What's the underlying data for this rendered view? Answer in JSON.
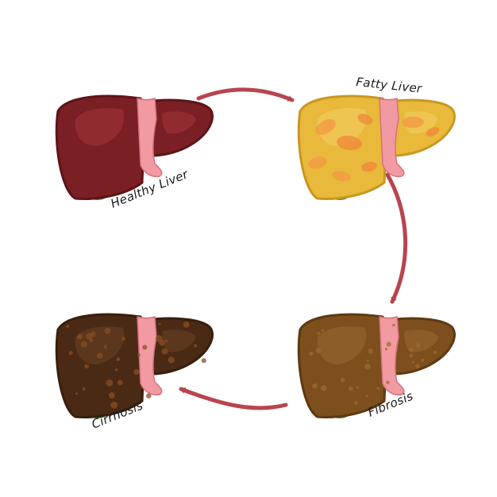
{
  "diagram": {
    "stages": [
      {
        "id": "healthy",
        "label": "Healthy Liver",
        "main_color": "#7a1f24",
        "dark_color": "#5e1419",
        "light_color": "#a3353b",
        "texture": "none"
      },
      {
        "id": "fatty",
        "label": "Fatty Liver",
        "main_color": "#e8b93a",
        "dark_color": "#c99720",
        "light_color": "#f4d064",
        "texture": "fatty"
      },
      {
        "id": "fibrosis",
        "label": "Fibrosis",
        "main_color": "#7c4f1c",
        "dark_color": "#5e3912",
        "light_color": "#9a6a33",
        "texture": "spots"
      },
      {
        "id": "cirrhosis",
        "label": "Cirrhosis",
        "main_color": "#4a2a14",
        "dark_color": "#36200e",
        "light_color": "#6a4226",
        "texture": "cirrhotic"
      }
    ],
    "flow": [
      "healthy",
      "fatty",
      "fibrosis",
      "cirrhosis"
    ],
    "colors": {
      "arrow": "#b8454e",
      "ligament": "#f19aa2",
      "ligament_dark": "#d8707c",
      "gallbladder": "#5aa84a",
      "gallbladder_dark": "#3f8a35"
    }
  }
}
